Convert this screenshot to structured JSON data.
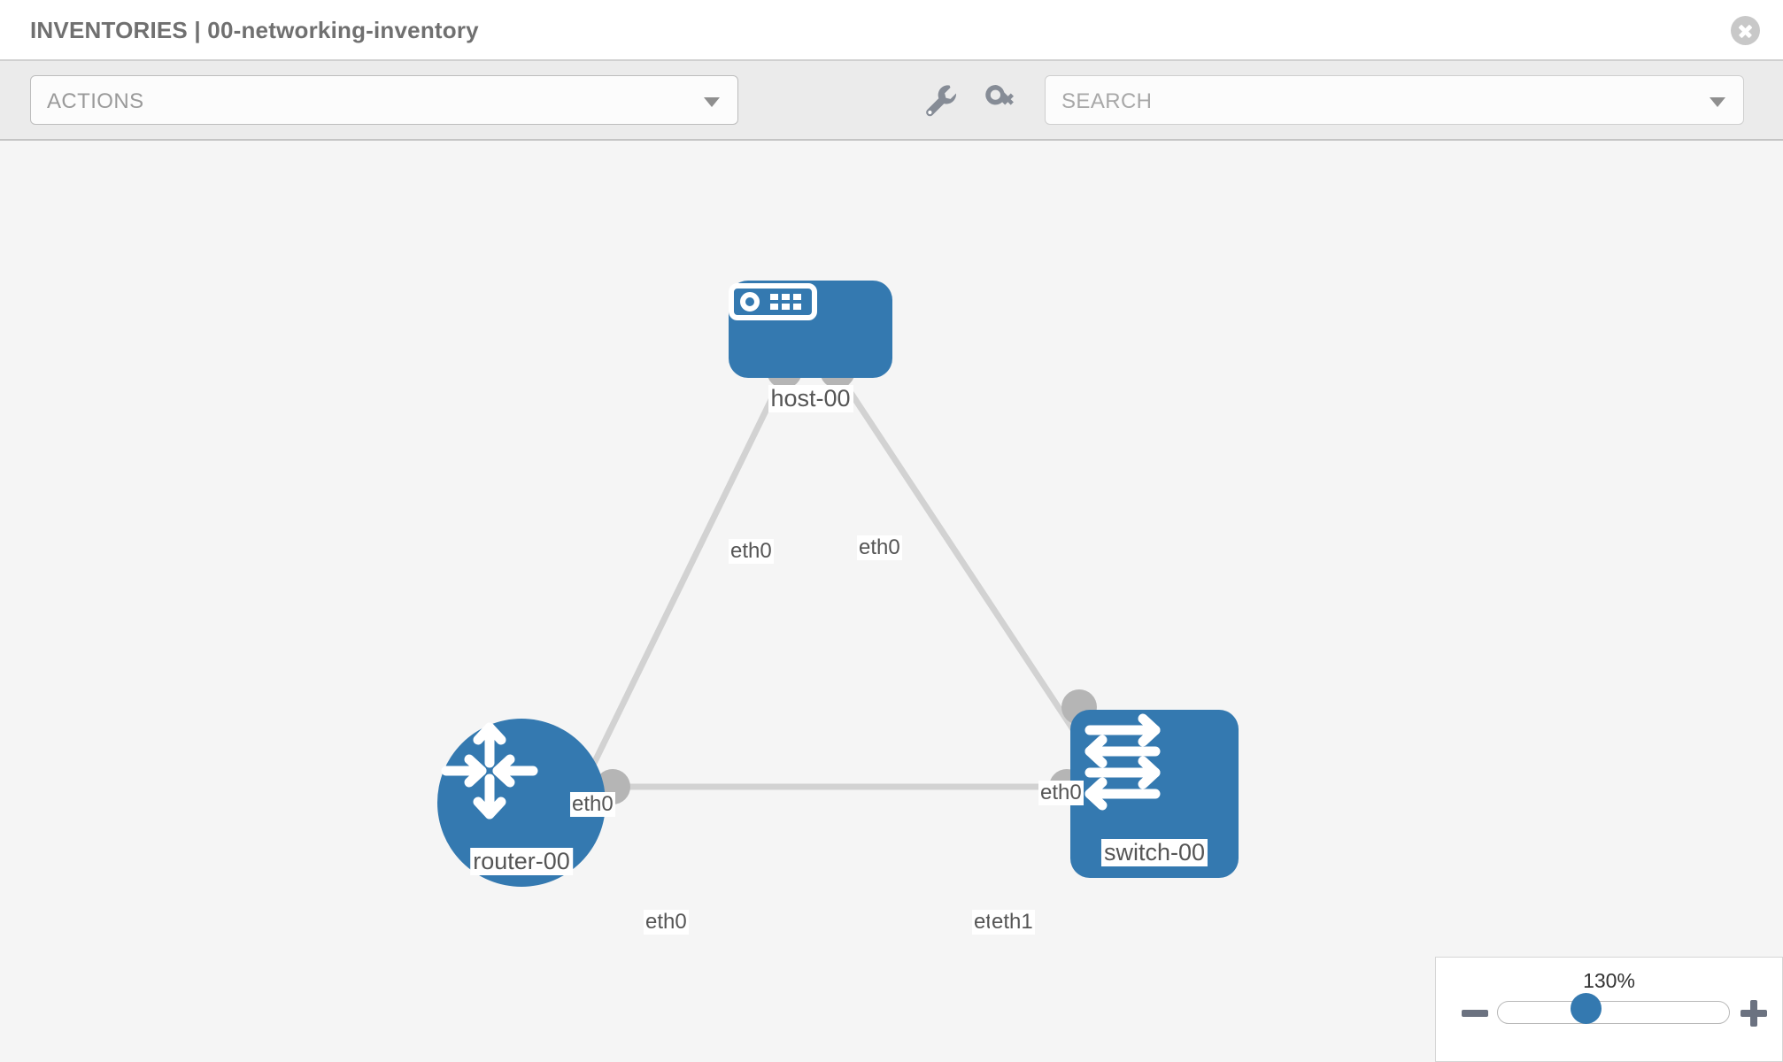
{
  "header": {
    "title": "INVENTORIES | 00-networking-inventory",
    "close_icon": "close-circle-icon"
  },
  "toolbar": {
    "actions_label": "ACTIONS",
    "actions_caret_icon": "chevron-down-icon",
    "wrench_icon": "wrench-icon",
    "key_icon": "key-icon",
    "search_placeholder": "SEARCH",
    "search_value": "",
    "search_caret_icon": "chevron-down-icon"
  },
  "topology": {
    "nodes": [
      {
        "id": "host-00",
        "label": "host-00",
        "icon": "server-icon",
        "shape": "rounded-square"
      },
      {
        "id": "router-00",
        "label": "router-00",
        "icon": "router-icon",
        "shape": "circle"
      },
      {
        "id": "switch-00",
        "label": "switch-00",
        "icon": "switch-icon",
        "shape": "rounded-square"
      }
    ],
    "links": [
      {
        "from": "host-00",
        "from_iface": "eth0",
        "to": "router-00",
        "to_iface": "eth0"
      },
      {
        "from": "host-00",
        "from_iface": "eth0",
        "to": "switch-00",
        "to_iface": "eth0"
      },
      {
        "from": "router-00",
        "from_iface": "eth0",
        "to": "switch-00",
        "to_iface": "eth1"
      }
    ],
    "interface_labels": {
      "host_left": "eth0",
      "host_right": "eth0",
      "router_up": "eth0",
      "switch_up": "eth0",
      "router_right": "eth0",
      "switch_left_under": "eth",
      "switch_left": "eth1"
    }
  },
  "zoom_control": {
    "value_label": "130%",
    "minus_label": "zoom-out",
    "plus_label": "zoom-in"
  },
  "colors": {
    "node_blue": "#3479b0",
    "port_gray": "#b5b5b5",
    "link_gray": "#d2d2d2",
    "canvas_bg": "#f5f5f5",
    "toolbar_bg": "#ebebeb"
  }
}
